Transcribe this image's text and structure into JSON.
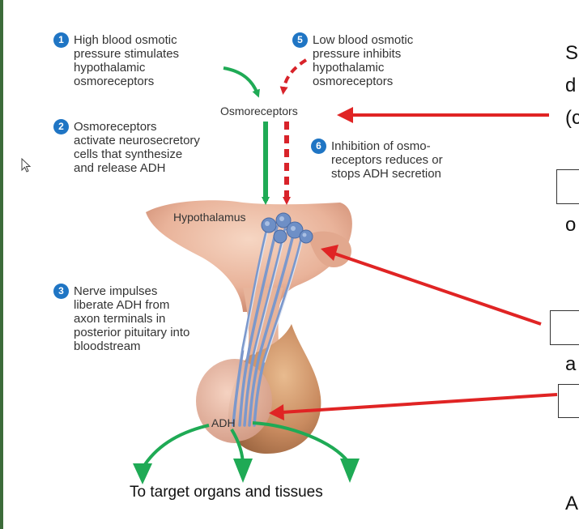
{
  "steps": [
    {
      "num": "1",
      "text": "High blood osmotic\npressure stimulates\nhypothalamic\nosmoreceptors"
    },
    {
      "num": "2",
      "text": "Osmoreceptors\nactivate neurosecretory\ncells that synthesize\nand release ADH"
    },
    {
      "num": "3",
      "text": "Nerve impulses\nliberate ADH from\naxon terminals in\nposterior pituitary into\nbloodstream"
    },
    {
      "num": "5",
      "text": "Low blood osmotic\npressure inhibits\nhypothalamic\nosmoreceptors"
    },
    {
      "num": "6",
      "text": "Inhibition of osmo-\nreceptors reduces or\nstops ADH secretion"
    }
  ],
  "labels": {
    "osmoreceptors": "Osmoreceptors",
    "hypothalamus": "Hypothalamus",
    "adh": "ADH",
    "caption": "To target organs and tissues"
  },
  "cut_text": [
    "S",
    "d",
    "(c",
    "o",
    "a",
    "A"
  ],
  "colors": {
    "stimulate_arrow": "#1faa55",
    "inhibit_arrow": "#d8232a",
    "pointer_arrow": "#e02424",
    "step_badge": "#1f75c4",
    "tissue": "#e9b89f",
    "pituitary": "#c98b60",
    "neuron": "#6f8fc4"
  }
}
